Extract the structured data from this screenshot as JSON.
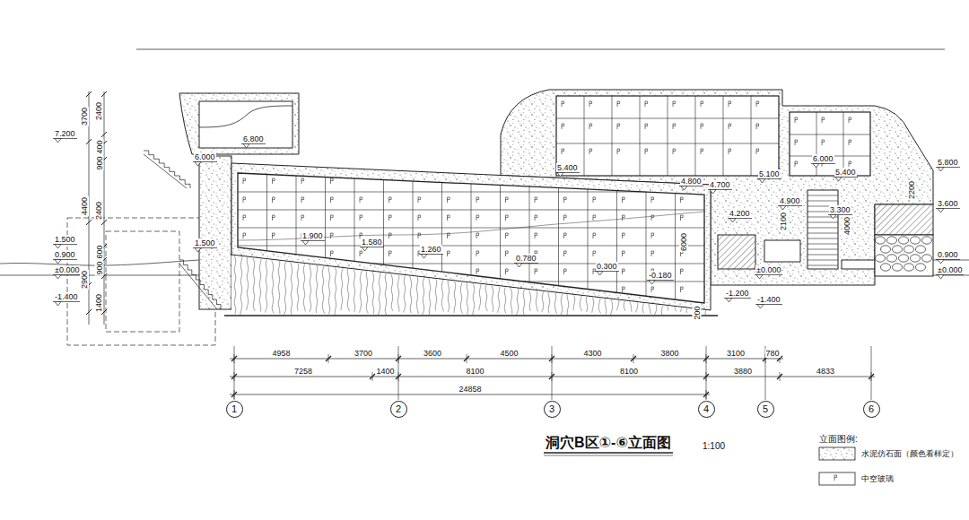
{
  "diagram": {
    "title": "洞穴B区①-⑥立面图",
    "nodes": [
      {
        "text": [
          "1"
        ]
      },
      {
        "text": [
          "2"
        ]
      },
      {
        "text": [
          "3"
        ]
      },
      {
        "text": [
          "4"
        ]
      },
      {
        "text": [
          "5"
        ]
      },
      {
        "text": [
          "6"
        ]
      }
    ],
    "labels": [
      "3700",
      "2400",
      "400",
      "900",
      "4400",
      "2400",
      "600",
      "900",
      "2900",
      "1400",
      "7.200",
      "1.500",
      "0.900",
      "±0.000",
      "-1.400",
      "6.800",
      "6.000",
      "1.500",
      "1.900",
      "1.580",
      "1.260",
      "0.780",
      "0.300",
      "-0.180",
      "6000",
      "200",
      "-1.200",
      "-1.400",
      "5.400",
      "4.800",
      "4.700",
      "5.100",
      "4.200",
      "4.900",
      "3.300",
      "2100",
      "4000",
      "6.000",
      "5.400",
      "±0.000",
      "5.800",
      "2200",
      "3.600",
      "0.900",
      "±0.000",
      "4958",
      "3700",
      "3600",
      "4500",
      "4300",
      "3800",
      "3100",
      "780",
      "7258",
      "1400",
      "8100",
      "8100",
      "3880",
      "4833",
      "24858",
      "1:100",
      "立面图例:"
    ],
    "legend": [
      {
        "text": "水泥仿石面（颜色看样定）"
      },
      {
        "text": "中空玻璃"
      }
    ]
  }
}
